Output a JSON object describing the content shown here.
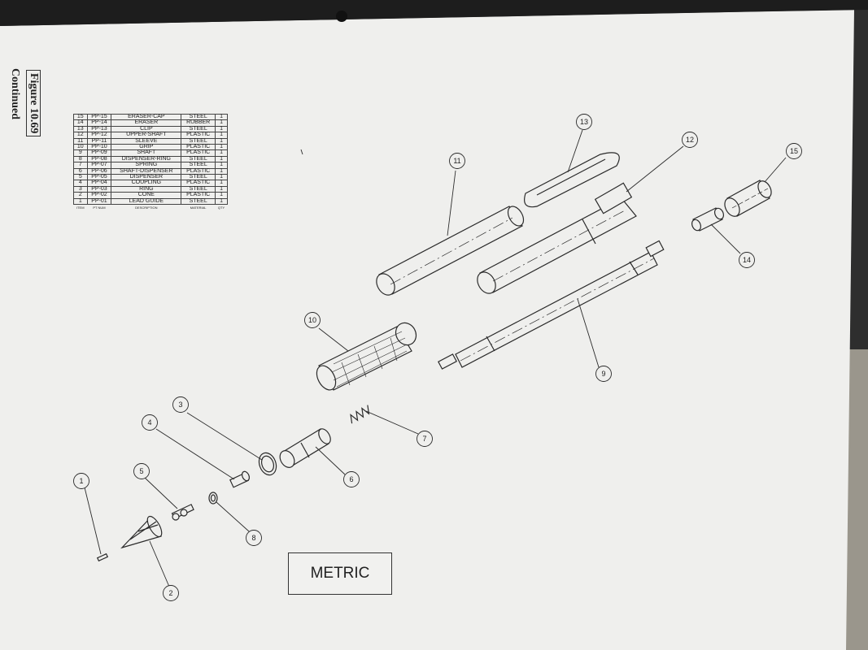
{
  "figure": {
    "label": "Figure 10.69",
    "sublabel": "Continued"
  },
  "parts_table": {
    "headers": [
      "ITEM",
      "PT NUM",
      "DESCRIPTION",
      "MATERIAL",
      "QTY"
    ],
    "rows": [
      {
        "item": "15",
        "pt": "PP-15",
        "desc": "ERASER-CAP",
        "mat": "STEEL",
        "qty": "1"
      },
      {
        "item": "14",
        "pt": "PP-14",
        "desc": "ERASER",
        "mat": "RUBBER",
        "qty": "1"
      },
      {
        "item": "13",
        "pt": "PP-13",
        "desc": "CLIP",
        "mat": "STEEL",
        "qty": "1"
      },
      {
        "item": "12",
        "pt": "PP-12",
        "desc": "UPPER-SHAFT",
        "mat": "PLASTIC",
        "qty": "1"
      },
      {
        "item": "11",
        "pt": "PP-11",
        "desc": "SLEEVE",
        "mat": "STEEL",
        "qty": "1"
      },
      {
        "item": "10",
        "pt": "PP-10",
        "desc": "GRIP",
        "mat": "PLASTIC",
        "qty": "1"
      },
      {
        "item": "9",
        "pt": "PP-09",
        "desc": "SHAFT",
        "mat": "PLASTIC",
        "qty": "1"
      },
      {
        "item": "8",
        "pt": "PP-08",
        "desc": "DISPENSER-RING",
        "mat": "STEEL",
        "qty": "1"
      },
      {
        "item": "7",
        "pt": "PP-07",
        "desc": "SPRING",
        "mat": "STEEL",
        "qty": "1"
      },
      {
        "item": "6",
        "pt": "PP-06",
        "desc": "SHAFT-DISPENSER",
        "mat": "PLASTIC",
        "qty": "1"
      },
      {
        "item": "5",
        "pt": "PP-05",
        "desc": "DISPENSER",
        "mat": "STEEL",
        "qty": "1"
      },
      {
        "item": "4",
        "pt": "PP-04",
        "desc": "COUPLING",
        "mat": "PLASTIC",
        "qty": "1"
      },
      {
        "item": "3",
        "pt": "PP-03",
        "desc": "RING",
        "mat": "STEEL",
        "qty": "1"
      },
      {
        "item": "2",
        "pt": "PP-02",
        "desc": "CONE",
        "mat": "PLASTIC",
        "qty": "1"
      },
      {
        "item": "1",
        "pt": "PP-01",
        "desc": "LEAD GUIDE",
        "mat": "STEEL",
        "qty": "1"
      }
    ]
  },
  "callouts": [
    "1",
    "2",
    "3",
    "4",
    "5",
    "6",
    "7",
    "8",
    "9",
    "10",
    "11",
    "12",
    "13",
    "14",
    "15"
  ],
  "units_label": "METRIC",
  "colors": {
    "paper": "#efefed",
    "ink": "#2a2a2a",
    "background": "#2b2b2b"
  }
}
